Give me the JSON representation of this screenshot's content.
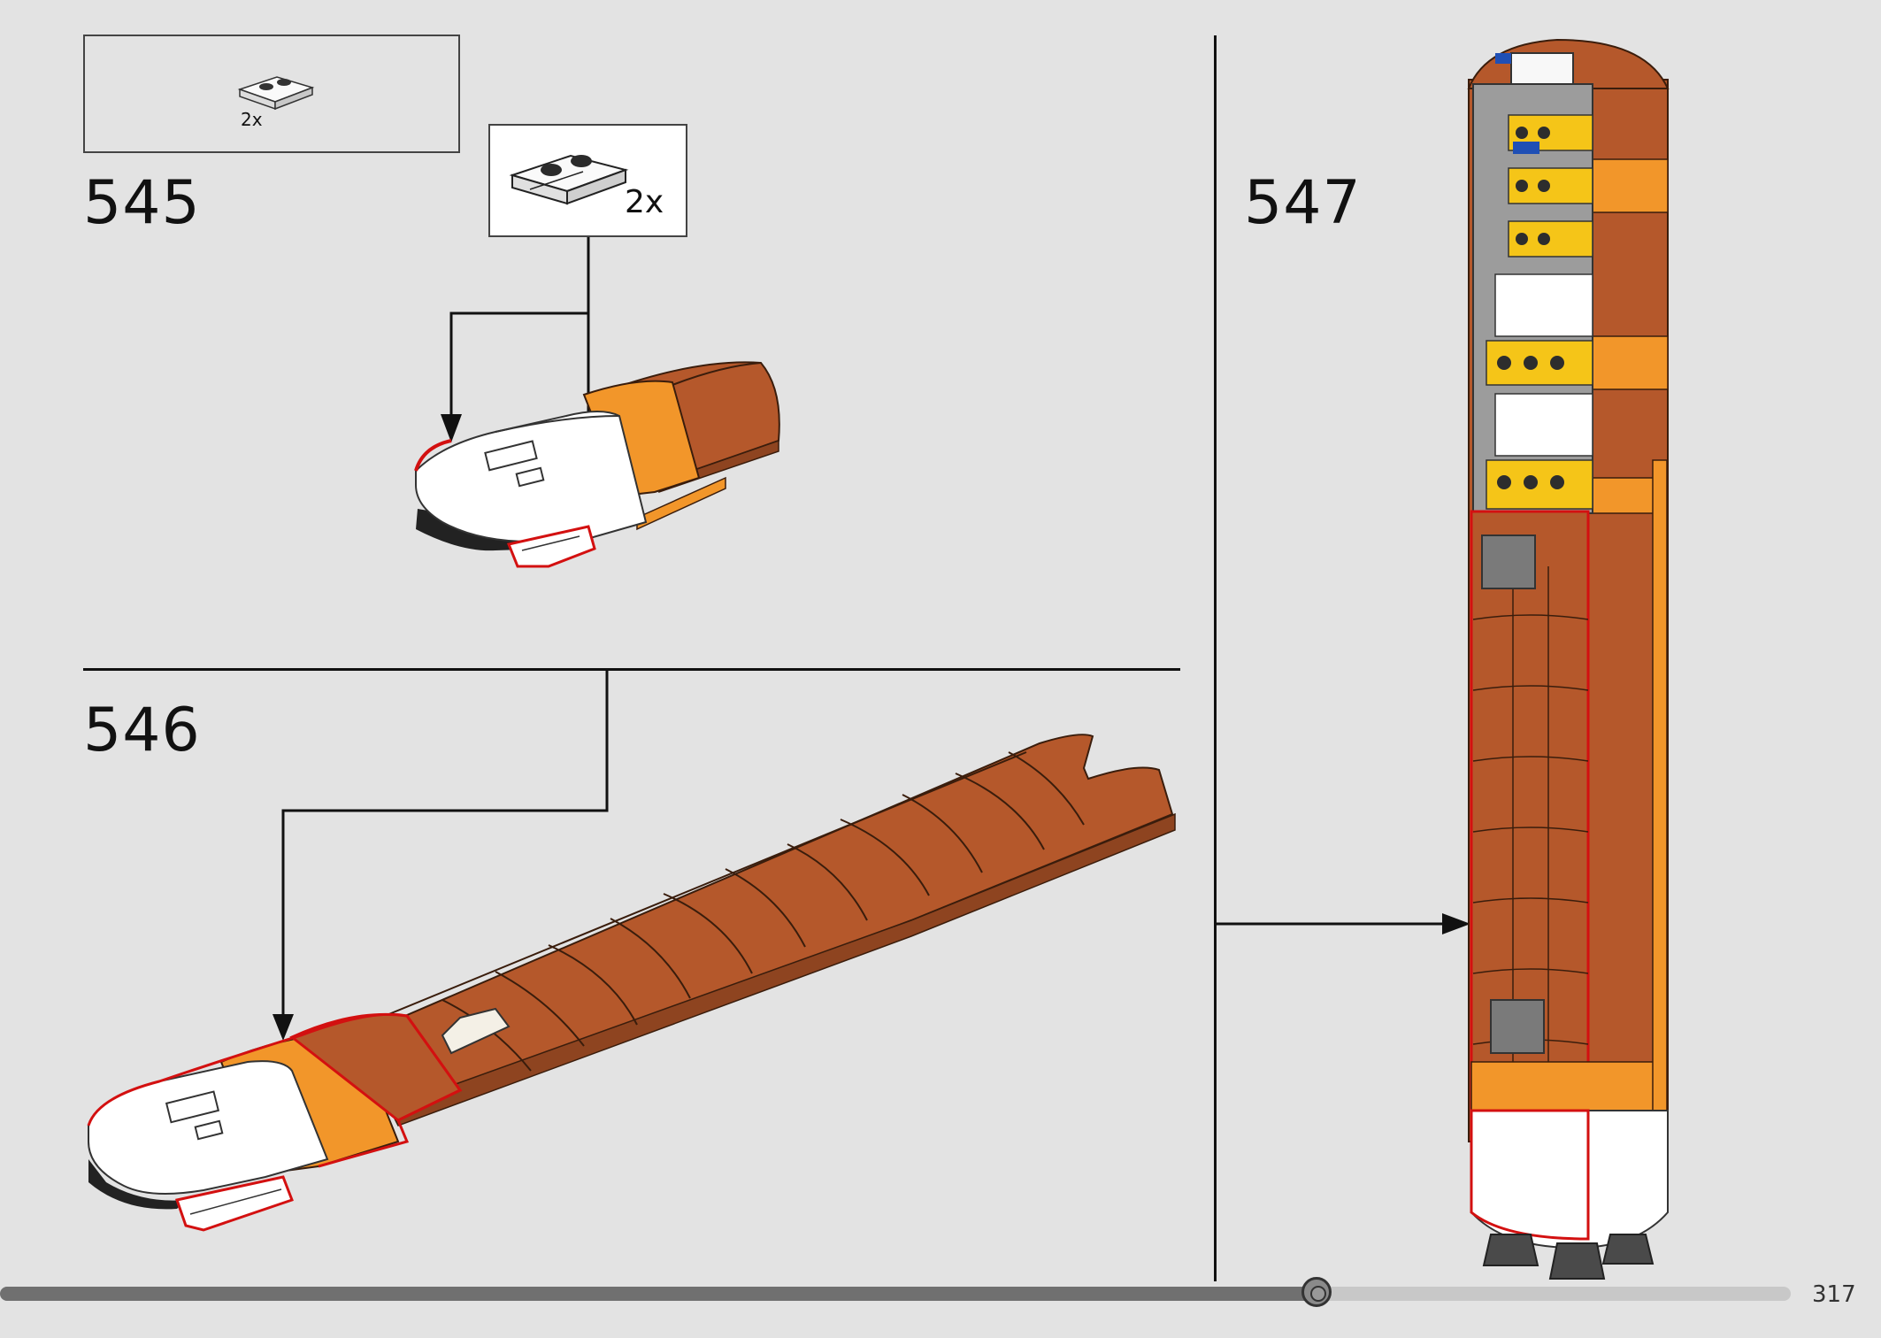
{
  "steps": [
    {
      "number": "545",
      "parts_callout_qty": "2x",
      "sub_callout_qty": "2x"
    },
    {
      "number": "546"
    },
    {
      "number": "547"
    }
  ],
  "progress": {
    "fraction": 0.735
  },
  "page_number": "317",
  "colors": {
    "background": "#e3e3e3",
    "brick_brown": "#b5582b",
    "brick_orange": "#f2962a",
    "highlight_red": "#d31010",
    "progress_dark": "#707070",
    "progress_light": "#c8c8c8"
  }
}
